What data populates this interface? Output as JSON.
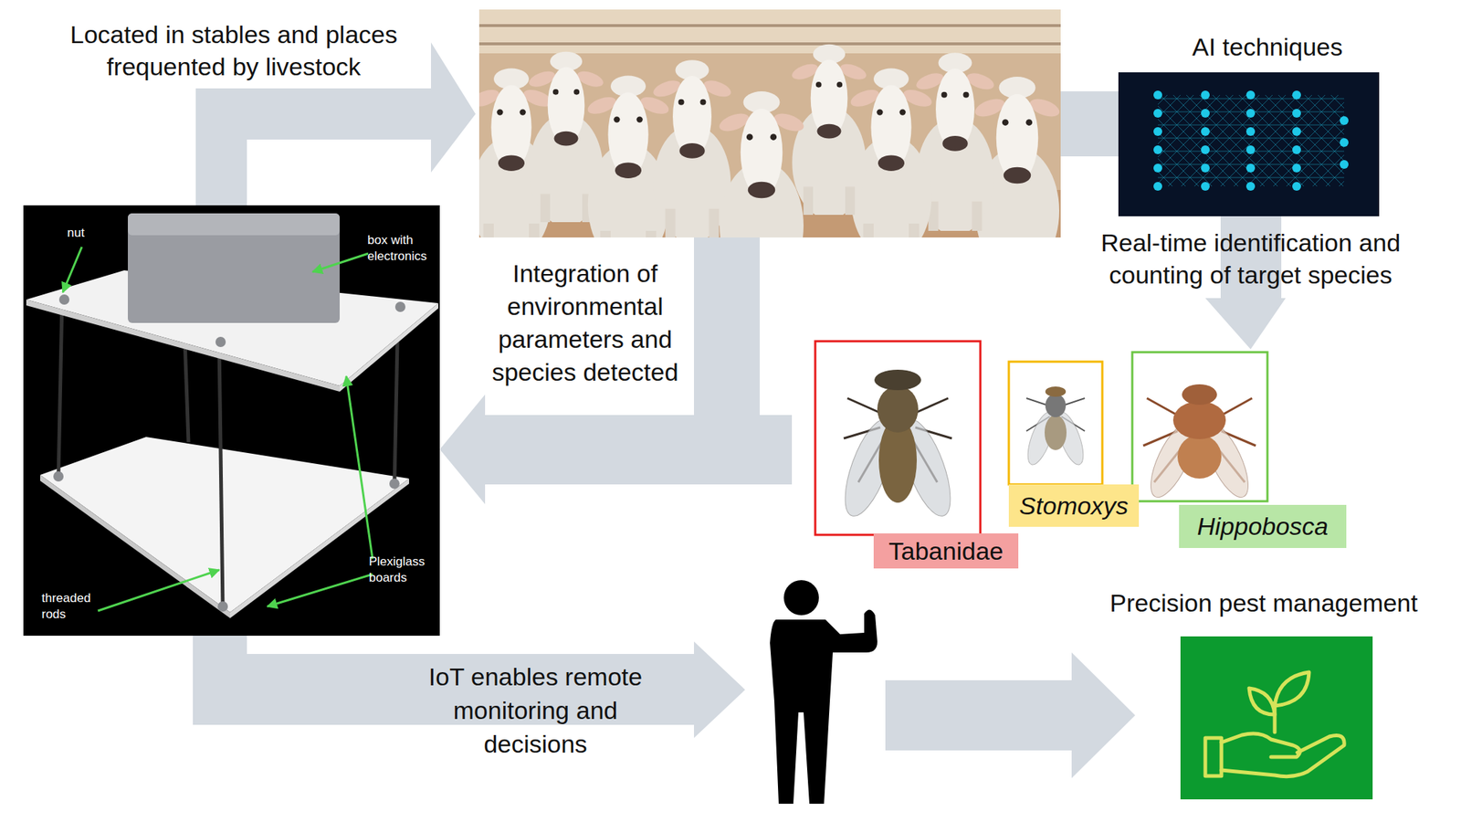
{
  "diagram": {
    "nodes": [
      {
        "text": [
          "Tabanidae"
        ]
      },
      {
        "text": [
          "Stomoxys"
        ]
      },
      {
        "text": [
          "Hippobosca"
        ]
      }
    ],
    "labels": [
      "Located in stables and places frequented by livestock",
      "AI techniques",
      "Real-time identification and counting of target species",
      "nut",
      "box with electronics",
      "Integration of environmental parameters and species detected",
      "Plexiglass boards",
      "threaded rods",
      "IoT enables remote monitoring and decisions",
      "Precision pest management"
    ]
  }
}
